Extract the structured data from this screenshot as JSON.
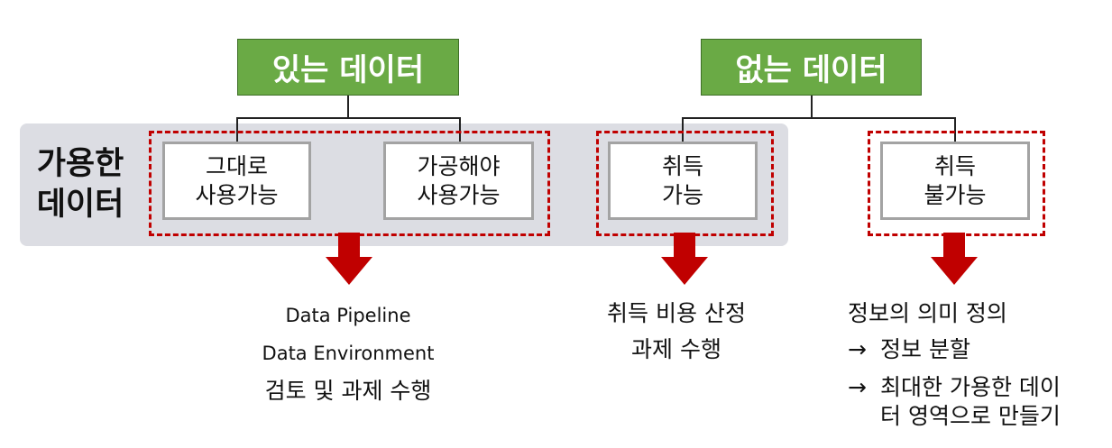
{
  "headers": {
    "existing": "있는 데이터",
    "missing": "없는 데이터"
  },
  "side_label": {
    "line1": "가용한",
    "line2": "데이터"
  },
  "boxes": [
    {
      "line1": "그대로",
      "line2": "사용가능"
    },
    {
      "line1": "가공해야",
      "line2": "사용가능"
    },
    {
      "line1": "취득",
      "line2": "가능"
    },
    {
      "line1": "취득",
      "line2": "불가능"
    }
  ],
  "results": {
    "left": {
      "line1": "Data Pipeline",
      "line2": "Data Environment",
      "line3": "검토 및 과제 수행"
    },
    "middle": {
      "line1": "취득 비용 산정",
      "line2": "과제 수행"
    },
    "right": {
      "line1": "정보의 의미 정의",
      "arrow_glyph": "→",
      "item1": "정보 분할",
      "item2_line1": "최대한 가용한 데이",
      "item2_line2": "터 영역으로 만들기"
    }
  },
  "colors": {
    "header_green": "#6aaa45",
    "dashed_red": "#c00000",
    "arrow_red": "#c00000",
    "band_gray": "#dcdde3",
    "box_border": "#a3a3a3"
  }
}
